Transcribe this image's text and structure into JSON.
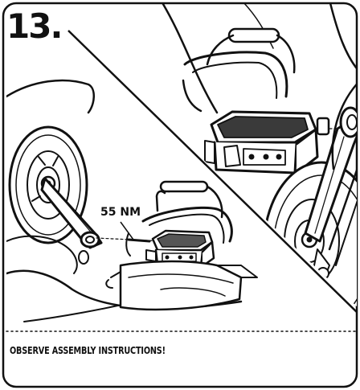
{
  "step": {
    "number": "13."
  },
  "callouts": {
    "torque": "55 NM"
  },
  "footer": {
    "instruction": "OBSERVE ASSEMBLY INSTRUCTIONS!"
  },
  "colors": {
    "ink": "#111111",
    "paper": "#ffffff"
  }
}
